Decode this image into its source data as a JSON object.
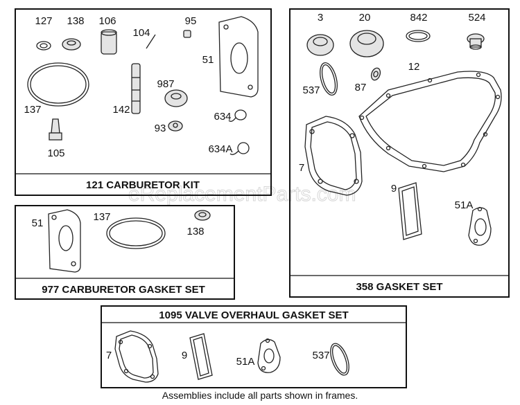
{
  "kits": {
    "carb_kit": {
      "title": "121 CARBURETOR KIT",
      "parts": {
        "p127": "127",
        "p138": "138",
        "p106": "106",
        "p104": "104",
        "p95": "95",
        "p51": "51",
        "p987": "987",
        "p137": "137",
        "p142": "142",
        "p93": "93",
        "p634": "634",
        "p105": "105",
        "p634a": "634A"
      }
    },
    "carb_gasket_set": {
      "title": "977 CARBURETOR GASKET SET",
      "parts": {
        "p51": "51",
        "p137": "137",
        "p138": "138"
      }
    },
    "gasket_set": {
      "title": "358 GASKET SET",
      "parts": {
        "p3": "3",
        "p20": "20",
        "p842": "842",
        "p524": "524",
        "p537": "537",
        "p87": "87",
        "p12": "12",
        "p7": "7",
        "p9": "9",
        "p51a": "51A"
      }
    },
    "valve_set": {
      "title": "1095 VALVE OVERHAUL GASKET SET",
      "parts": {
        "p7": "7",
        "p9": "9",
        "p51a": "51A",
        "p537": "537"
      }
    }
  },
  "footer": "Assemblies include all parts shown in frames.",
  "watermark": "eReplacementParts.com"
}
